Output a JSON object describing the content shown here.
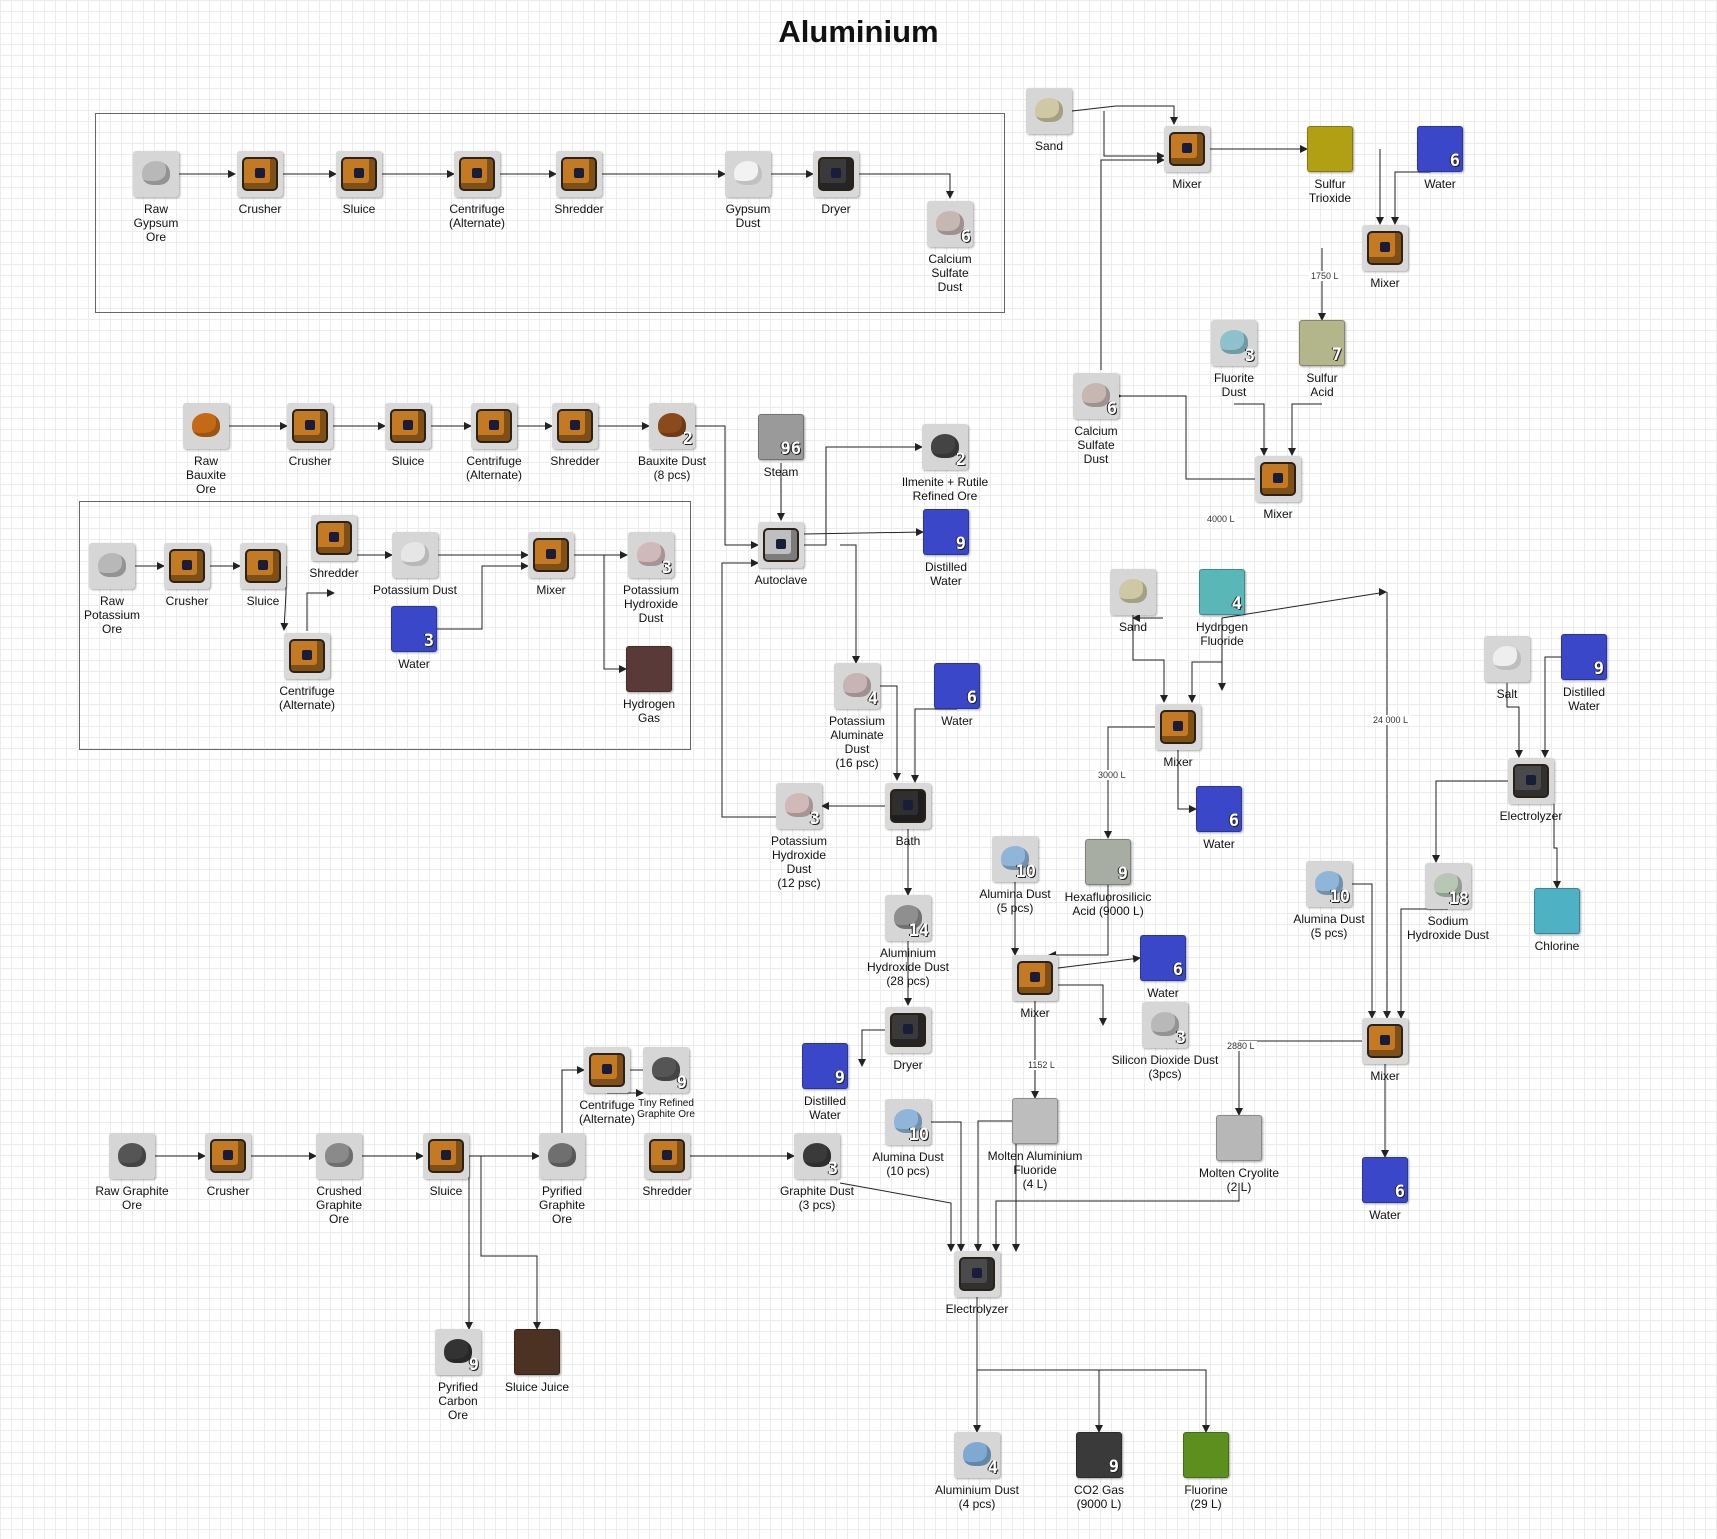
{
  "title": "Aluminium",
  "nodes": {
    "n_raw_gypsum_ore": {
      "label": "Raw\nGypsum\nOre",
      "icon": "raw-ore-icon",
      "color": "#b8b8b8"
    },
    "n_crusher_gyp": {
      "label": "Crusher",
      "icon": "crusher-icon"
    },
    "n_sluice_gyp": {
      "label": "Sluice",
      "icon": "sluice-icon"
    },
    "n_centrifuge_gyp": {
      "label": "Centrifuge\n(Alternate)",
      "icon": "centrifuge-icon"
    },
    "n_shredder_gyp": {
      "label": "Shredder",
      "icon": "shredder-icon"
    },
    "n_gypsum_dust": {
      "label": "Gypsum\nDust",
      "icon": "dust-icon",
      "color": "#f2f2f2"
    },
    "n_dryer_gyp": {
      "label": "Dryer",
      "icon": "dryer-icon"
    },
    "n_calcium_sulfate_1": {
      "label": "Calcium\nSulfate\nDust",
      "icon": "dust-icon",
      "color": "#c6b7b3",
      "count": "6"
    },
    "n_sand_1": {
      "label": "Sand",
      "icon": "sand-icon",
      "color": "#cfc8a4"
    },
    "n_mixer_1": {
      "label": "Mixer",
      "icon": "mixer-icon"
    },
    "n_sulfur_trioxide": {
      "label": "Sulfur\nTrioxide",
      "icon": "fluid-icon",
      "color": "#b1a014"
    },
    "n_water_1": {
      "label": "Water",
      "icon": "water-icon",
      "color": "#3a47c9",
      "count": "6"
    },
    "n_mixer_2": {
      "label": "Mixer",
      "icon": "mixer-icon"
    },
    "n_fluorite_dust": {
      "label": "Fluorite\nDust",
      "icon": "dust-icon",
      "color": "#8dc2cc",
      "count": "3"
    },
    "n_sulfur_acid": {
      "label": "Sulfur\nAcid",
      "icon": "fluid-icon",
      "color": "#b3b58a",
      "count": "7"
    },
    "n_calcium_sulfate_2": {
      "label": "Calcium\nSulfate\nDust",
      "icon": "dust-icon",
      "color": "#c6b7b3",
      "count": "6"
    },
    "n_mixer_3": {
      "label": "Mixer",
      "icon": "mixer-icon"
    },
    "n_raw_bauxite_ore": {
      "label": "Raw\nBauxite\nOre",
      "icon": "raw-ore-icon",
      "color": "#c46a16"
    },
    "n_crusher_baux": {
      "label": "Crusher",
      "icon": "crusher-icon"
    },
    "n_sluice_baux": {
      "label": "Sluice",
      "icon": "sluice-icon"
    },
    "n_centrifuge_baux": {
      "label": "Centrifuge\n(Alternate)",
      "icon": "centrifuge-icon"
    },
    "n_shredder_baux": {
      "label": "Shredder",
      "icon": "shredder-icon"
    },
    "n_bauxite_dust": {
      "label": "Bauxite Dust\n(8 pcs)",
      "icon": "dust-icon",
      "color": "#8a4a1c",
      "count": "2"
    },
    "n_steam": {
      "label": "Steam",
      "icon": "steam-icon",
      "color": "#9a9a9a",
      "count": "96"
    },
    "n_ilmenite_rutile": {
      "label": "Ilmenite + Rutile\nRefined Ore",
      "icon": "refined-ore-icon",
      "color": "#444444",
      "count": "2"
    },
    "n_autoclave": {
      "label": "Autoclave",
      "icon": "autoclave-icon"
    },
    "n_distilled_water_1": {
      "label": "Distilled\nWater",
      "icon": "water-icon",
      "color": "#3a47c9",
      "count": "9"
    },
    "n_raw_potassium_ore": {
      "label": "Raw\nPotassium\nOre",
      "icon": "raw-ore-icon",
      "color": "#b8b8b8"
    },
    "n_crusher_pot": {
      "label": "Crusher",
      "icon": "crusher-icon"
    },
    "n_sluice_pot": {
      "label": "Sluice",
      "icon": "sluice-icon"
    },
    "n_shredder_pot": {
      "label": "Shredder",
      "icon": "shredder-icon"
    },
    "n_centrifuge_pot": {
      "label": "Centrifuge\n(Alternate)",
      "icon": "centrifuge-icon"
    },
    "n_potassium_dust": {
      "label": "Potassium Dust",
      "icon": "dust-icon",
      "color": "#e6e6e6"
    },
    "n_water_pot": {
      "label": "Water",
      "icon": "water-icon",
      "color": "#3a47c9",
      "count": "3"
    },
    "n_mixer_pot": {
      "label": "Mixer",
      "icon": "mixer-icon"
    },
    "n_potassium_hydroxide_1": {
      "label": "Potassium\nHydroxide\nDust",
      "icon": "dust-icon",
      "color": "#d2b9b9",
      "count": "3"
    },
    "n_hydrogen_gas": {
      "label": "Hydrogen\nGas",
      "icon": "fluid-icon",
      "color": "#5a3a38"
    },
    "n_potassium_aluminate": {
      "label": "Potassium\nAluminate\nDust\n(16 psc)",
      "icon": "dust-icon",
      "color": "#c8b4b4",
      "count": "4"
    },
    "n_water_2": {
      "label": "Water",
      "icon": "water-icon",
      "color": "#3a47c9",
      "count": "6"
    },
    "n_bath": {
      "label": "Bath",
      "icon": "bath-icon"
    },
    "n_potassium_hydroxide_2": {
      "label": "Potassium\nHydroxide\nDust\n(12 psc)",
      "icon": "dust-icon",
      "color": "#d2b9b9",
      "count": "3"
    },
    "n_aluminium_hydroxide": {
      "label": "Aluminium\nHydroxide Dust\n(28 pcs)",
      "icon": "dust-icon",
      "color": "#8f8f8f",
      "count": "14"
    },
    "n_dryer_2": {
      "label": "Dryer",
      "icon": "dryer-icon"
    },
    "n_distilled_water_2": {
      "label": "Distilled\nWater",
      "icon": "water-icon",
      "color": "#3a47c9",
      "count": "9"
    },
    "n_alumina_dust_10": {
      "label": "Alumina Dust\n(10 pcs)",
      "icon": "dust-icon",
      "color": "#8fb6d9",
      "count": "10"
    },
    "n_sand_2": {
      "label": "Sand",
      "icon": "sand-icon",
      "color": "#cfc8a4"
    },
    "n_hydrogen_fluoride": {
      "label": "Hydrogen\nFluoride",
      "icon": "fluid-icon",
      "color": "#5ab7b7",
      "count": "4"
    },
    "n_mixer_4": {
      "label": "Mixer",
      "icon": "mixer-icon"
    },
    "n_water_3": {
      "label": "Water",
      "icon": "water-icon",
      "color": "#3a47c9",
      "count": "6"
    },
    "n_alumina_dust_5a": {
      "label": "Alumina Dust\n(5 pcs)",
      "icon": "dust-icon",
      "color": "#8fb6d9",
      "count": "10"
    },
    "n_hexafluorosilicic": {
      "label": "Hexafluorosilicic\nAcid (9000 L)",
      "icon": "fluid-icon",
      "color": "#a8ada3",
      "count": "9"
    },
    "n_mixer_5": {
      "label": "Mixer",
      "icon": "mixer-icon"
    },
    "n_water_4": {
      "label": "Water",
      "icon": "water-icon",
      "color": "#3a47c9",
      "count": "6"
    },
    "n_silicon_dioxide": {
      "label": "Silicon Dioxide Dust\n(3pcs)",
      "icon": "dust-icon",
      "color": "#b8b8b8",
      "count": "3"
    },
    "n_molten_aluminium_fluoride": {
      "label": "Molten Aluminium\nFluoride\n(4 L)",
      "icon": "fluid-icon",
      "color": "#bdbdbd"
    },
    "n_molten_cryolite": {
      "label": "Molten Cryolite\n(2 L)",
      "icon": "fluid-icon",
      "color": "#b7b7b7"
    },
    "n_salt": {
      "label": "Salt",
      "icon": "salt-icon",
      "color": "#eeeeee"
    },
    "n_distilled_water_3": {
      "label": "Distilled\nWater",
      "icon": "water-icon",
      "color": "#3a47c9",
      "count": "9"
    },
    "n_electrolyzer_1": {
      "label": "Electrolyzer",
      "icon": "electrolyzer-icon"
    },
    "n_alumina_dust_5b": {
      "label": "Alumina Dust\n(5 pcs)",
      "icon": "dust-icon",
      "color": "#8fb6d9",
      "count": "10"
    },
    "n_sodium_hydroxide": {
      "label": "Sodium\nHydroxide Dust",
      "icon": "dust-icon",
      "color": "#b7c7b3",
      "count": "18"
    },
    "n_chlorine": {
      "label": "Chlorine",
      "icon": "fluid-icon",
      "color": "#4fb1c4"
    },
    "n_mixer_6": {
      "label": "Mixer",
      "icon": "mixer-icon"
    },
    "n_water_5": {
      "label": "Water",
      "icon": "water-icon",
      "color": "#3a47c9",
      "count": "6"
    },
    "n_raw_graphite_ore": {
      "label": "Raw Graphite\nOre",
      "icon": "raw-ore-icon",
      "color": "#555555"
    },
    "n_crusher_gra": {
      "label": "Crusher",
      "icon": "crusher-icon"
    },
    "n_crushed_graphite": {
      "label": "Crushed\nGraphite\nOre",
      "icon": "crushed-ore-icon",
      "color": "#8a8a8a"
    },
    "n_sluice_gra": {
      "label": "Sluice",
      "icon": "sluice-icon"
    },
    "n_pyrified_graphite": {
      "label": "Pyrified\nGraphite\nOre",
      "icon": "crushed-ore-icon",
      "color": "#6f6f6f"
    },
    "n_centrifuge_gra": {
      "label": "Centrifuge\n(Alternate)",
      "icon": "centrifuge-icon"
    },
    "n_tiny_refined_graphite": {
      "label": "Tiny Refined\nGraphite Ore",
      "icon": "refined-ore-icon",
      "color": "#555555",
      "count": "9"
    },
    "n_shredder_gra": {
      "label": "Shredder",
      "icon": "shredder-icon"
    },
    "n_graphite_dust": {
      "label": "Graphite Dust\n(3 pcs)",
      "icon": "dust-icon",
      "color": "#3a3a3a",
      "count": "3"
    },
    "n_pyrified_carbon": {
      "label": "Pyrified\nCarbon\nOre",
      "icon": "crushed-ore-icon",
      "color": "#333333",
      "count": "9"
    },
    "n_sluice_juice": {
      "label": "Sluice Juice",
      "icon": "fluid-icon",
      "color": "#4b3222"
    },
    "n_electrolyzer_2": {
      "label": "Electrolyzer",
      "icon": "electrolyzer-icon"
    },
    "n_aluminium_dust": {
      "label": "Aluminium Dust\n(4 pcs)",
      "icon": "dust-icon",
      "color": "#7fa9d0",
      "count": "4"
    },
    "n_co2_gas": {
      "label": "CO2 Gas\n(9000 L)",
      "icon": "fluid-icon",
      "color": "#3a3a3a",
      "count": "9"
    },
    "n_fluorine": {
      "label": "Fluorine\n(29 L)",
      "icon": "fluid-icon",
      "color": "#5c8f1e"
    }
  },
  "flow_labels": {
    "fl_1750": "1750 L",
    "fl_4000": "4000 L",
    "fl_24000": "24 000 L",
    "fl_3000": "3000 L",
    "fl_1152": "1152 L",
    "fl_2880": "2880 L"
  }
}
